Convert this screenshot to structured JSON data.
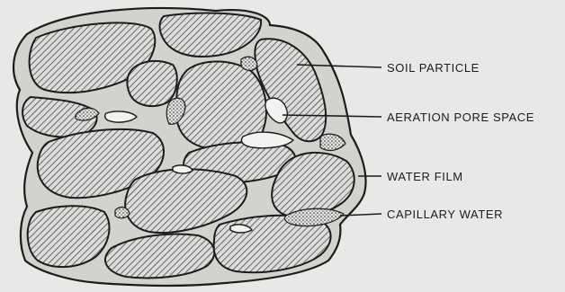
{
  "diagram": {
    "labels": {
      "soil_particle": "SOIL PARTICLE",
      "aeration_pore_space": "AERATION PORE SPACE",
      "water_film": "WATER FILM",
      "capillary_water": "CAPILLARY WATER"
    },
    "colors": {
      "background": "#e8e8e6",
      "outline": "#1c1c1c",
      "film": "#d2d2cf",
      "hatch": "#4a4a4a"
    }
  }
}
